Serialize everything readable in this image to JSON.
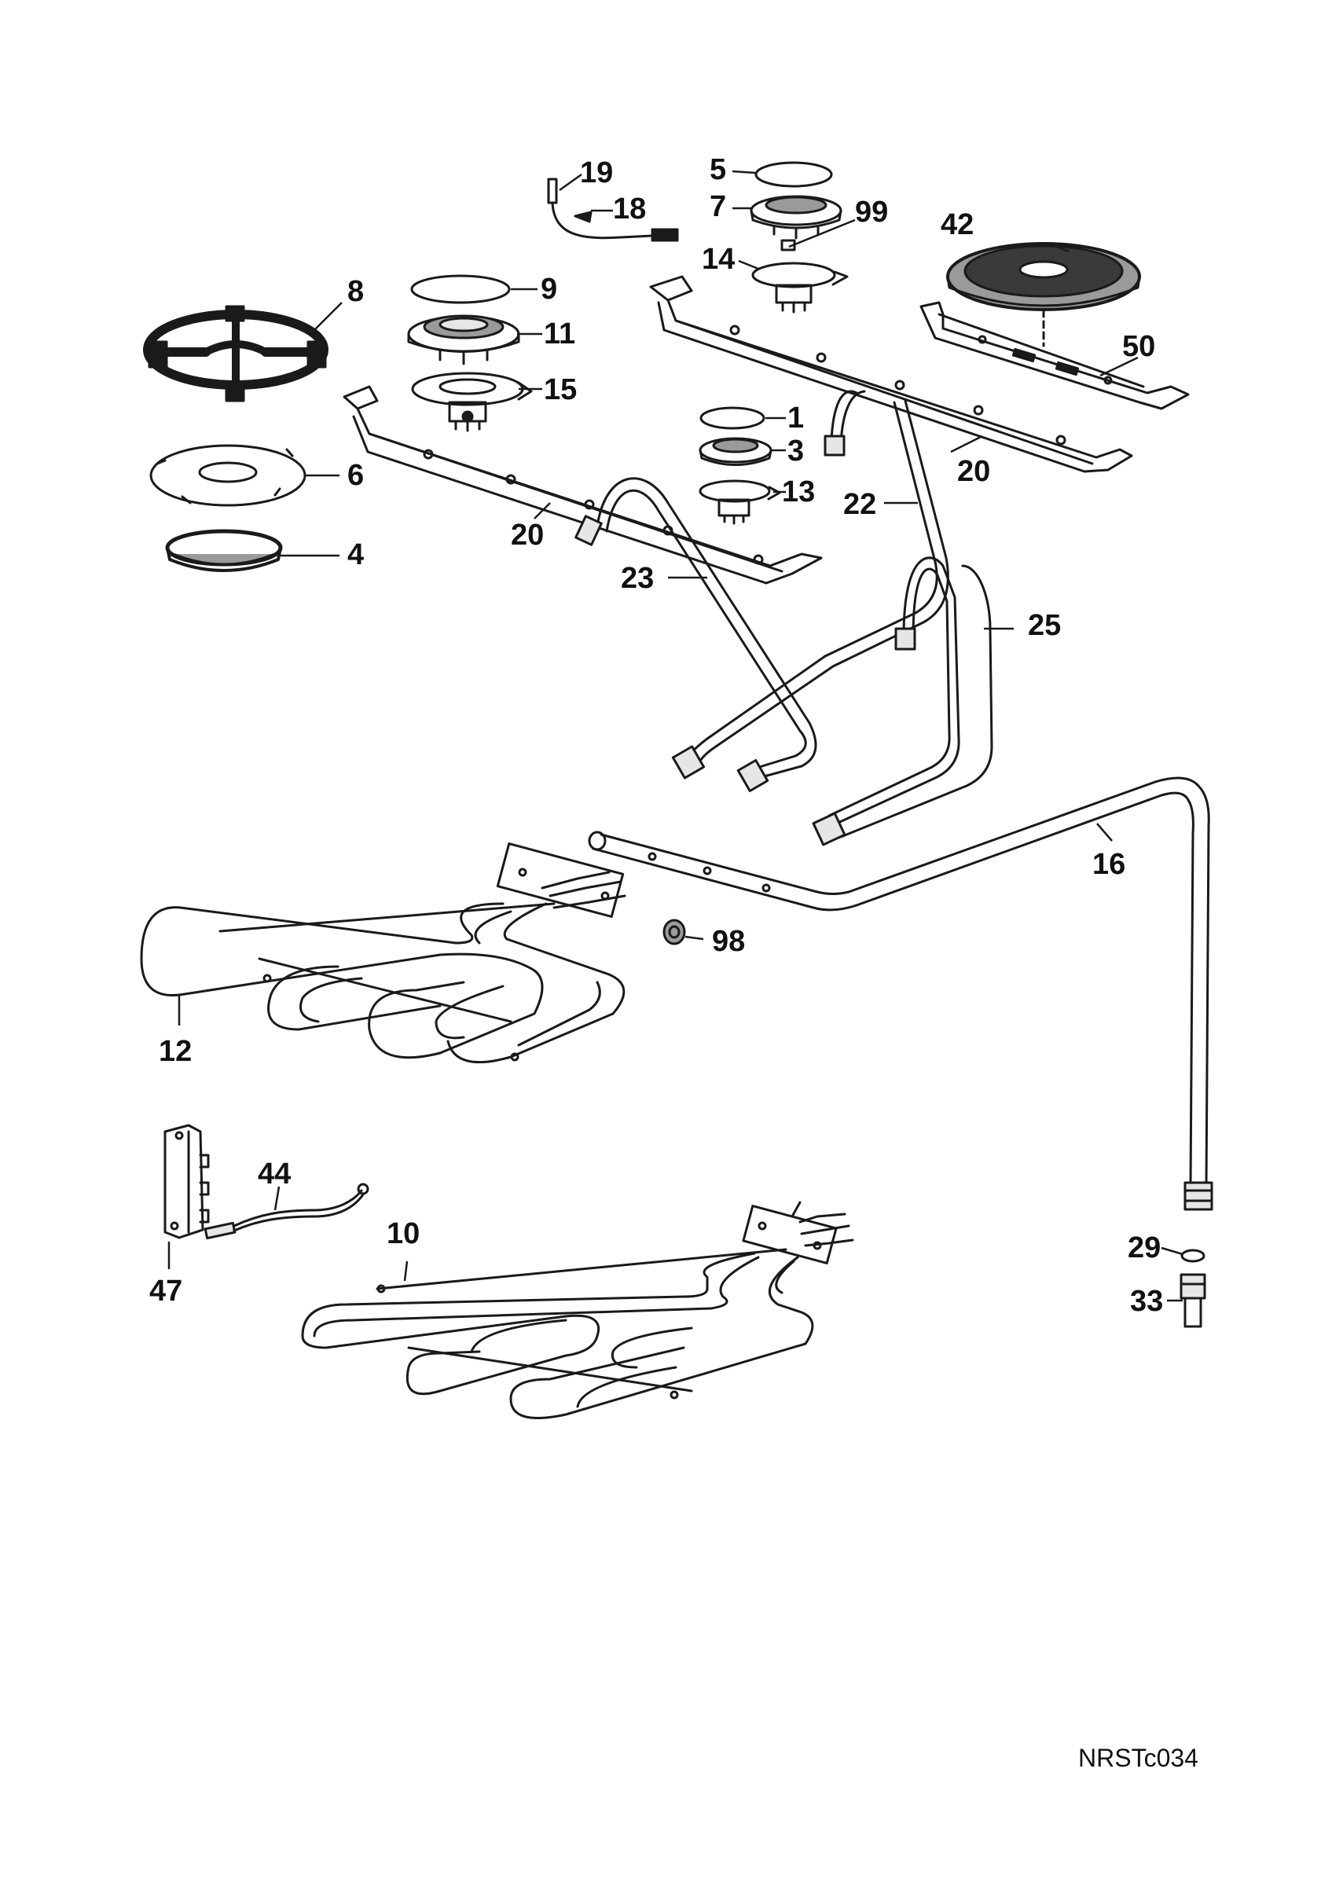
{
  "diagram": {
    "labels": {
      "p1": "1",
      "p3": "3",
      "p4": "4",
      "p5": "5",
      "p6": "6",
      "p7": "7",
      "p8": "8",
      "p9": "9",
      "p10": "10",
      "p11": "11",
      "p12": "12",
      "p13": "13",
      "p14": "14",
      "p15": "15",
      "p16": "16",
      "p18": "18",
      "p19": "19",
      "p20a": "20",
      "p20b": "20",
      "p22": "22",
      "p23": "23",
      "p25": "25",
      "p29": "29",
      "p33": "33",
      "p42": "42",
      "p44": "44",
      "p47": "47",
      "p50": "50",
      "p98": "98",
      "p99": "99"
    },
    "drawing_code": "NRSTc034"
  }
}
